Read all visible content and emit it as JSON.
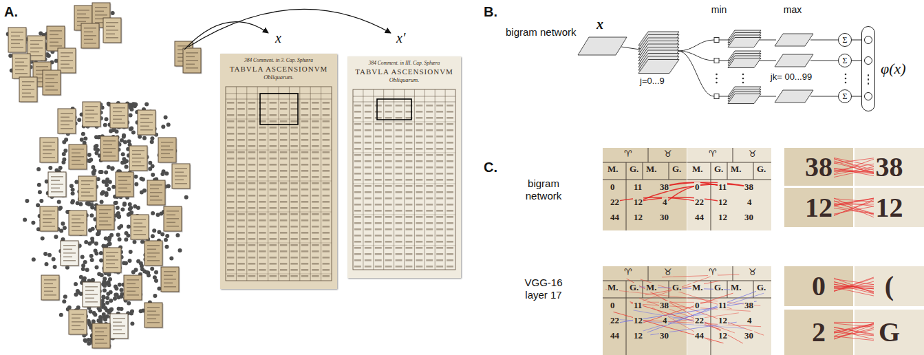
{
  "diagram": {
    "nodes": [
      {
        "text": [
          "384 Comment. in 3. Cap. Sphæra",
          "TABVLA ASCENSIONVM",
          "Obliquarum."
        ]
      },
      {
        "text": [
          "384 Comment. in III. Cap. Sphæra",
          "TABVLA ASCENSIONVM",
          "Obliquarum."
        ]
      },
      {
        "text": [
          "Σ"
        ]
      },
      {
        "text": [
          "Σ"
        ]
      },
      {
        "text": [
          "Σ"
        ]
      },
      {
        "text": [
          "φ(x)"
        ]
      }
    ],
    "edges": [
      {
        "from": 2,
        "to": 5,
        "arrow": "none"
      },
      {
        "from": 3,
        "to": 5,
        "arrow": "none"
      },
      {
        "from": 4,
        "to": 5,
        "arrow": "none"
      }
    ],
    "labels": [
      "A.",
      "x",
      "x′",
      "B.",
      "bigram network",
      "x",
      "j=0...9",
      "min",
      "max",
      "jk= 00...99",
      "C.",
      "bigram network",
      "VGG-16 layer 17",
      "♈",
      "♉",
      "M.",
      "G.",
      "M.",
      "G.",
      "0",
      "11",
      "38",
      "22",
      "12",
      "4",
      "44",
      "12",
      "30",
      "♈",
      "♉",
      "M.",
      "G.",
      "M.",
      "G.",
      "0",
      "11",
      "38",
      "22",
      "12",
      "4",
      "44",
      "12",
      "30",
      "♈",
      "♉",
      "M.",
      "G.",
      "M.",
      "G.",
      "0",
      "11",
      "38",
      "22",
      "12",
      "4",
      "44",
      "12",
      "30",
      "♈",
      "♉",
      "M.",
      "G.",
      "M.",
      "G.",
      "0",
      "11",
      "38",
      "22",
      "12",
      "4",
      "44",
      "12",
      "30",
      "38",
      "38",
      "12",
      "12",
      "0",
      "(",
      "2",
      "G"
    ]
  }
}
